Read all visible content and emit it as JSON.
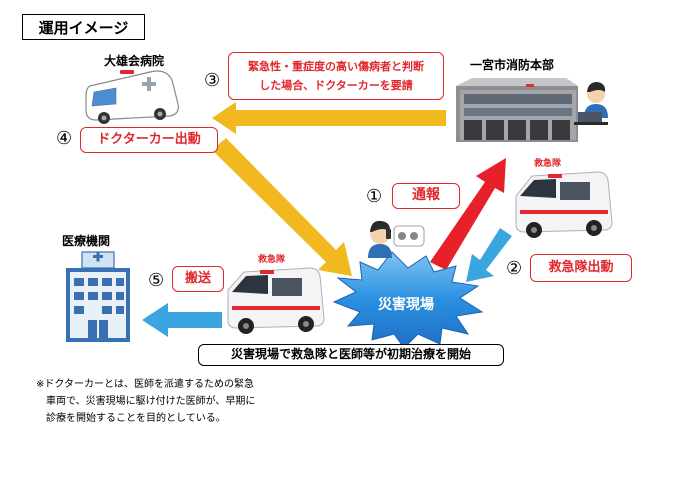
{
  "title": "運用イメージ",
  "places": {
    "hospital": "大雄会病院",
    "fire_hq": "一宮市消防本部",
    "medical": "医療機関",
    "disaster": "災害現場"
  },
  "ambulance_team_label_1": "救急隊",
  "ambulance_team_label_2": "救急隊",
  "steps": {
    "s1": {
      "num": "①",
      "text": "通報"
    },
    "s2": {
      "num": "②",
      "text": "救急隊出動"
    },
    "s3": {
      "num": "③",
      "line1": "緊急性・重症度の高い傷病者と判断",
      "line2": "した場合、ドクターカーを要請"
    },
    "s4": {
      "num": "④",
      "text": "ドクターカー出動"
    },
    "s5": {
      "num": "⑤",
      "text": "搬送"
    }
  },
  "bottom_caption": "災害現場で救急隊と医師等が初期治療を開始",
  "note": {
    "line1": "※ドクターカーとは、医師を派遣するための緊急",
    "line2": "車両で、災害現場に駆け付けた医師が、早期に",
    "line3": "診療を開始することを目的としている。"
  },
  "colors": {
    "red": "#e0282e",
    "yellow_arrow": "#f2b81f",
    "red_arrow": "#e8202a",
    "blue_arrow": "#3aa6e0",
    "burst": "#2a8fe0"
  }
}
